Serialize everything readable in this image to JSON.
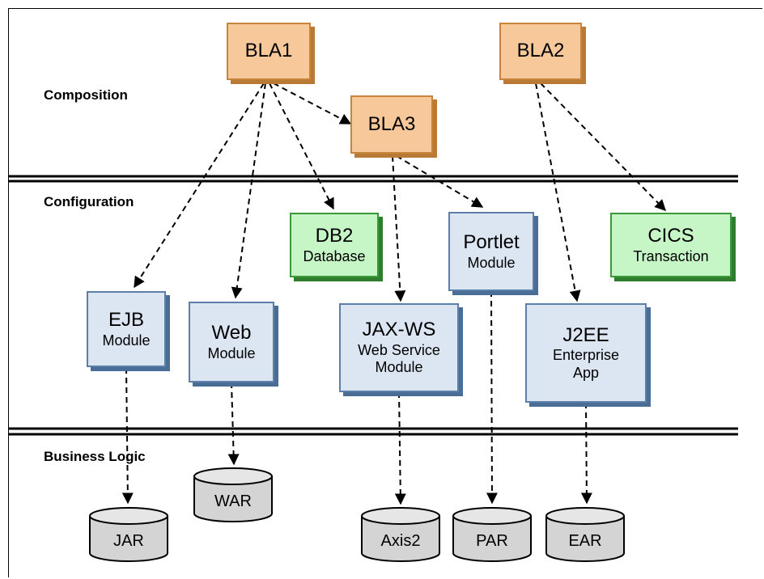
{
  "layers": {
    "composition": "Composition",
    "configuration": "Configuration",
    "business_logic": "Business Logic"
  },
  "bla": {
    "bla1": "BLA1",
    "bla2": "BLA2",
    "bla3": "BLA3"
  },
  "resources": {
    "db2": {
      "title": "DB2",
      "subtitle": "Database"
    },
    "cics": {
      "title": "CICS",
      "subtitle": "Transaction"
    }
  },
  "modules": {
    "ejb": {
      "title": "EJB",
      "subtitle": "Module"
    },
    "web": {
      "title": "Web",
      "subtitle": "Module"
    },
    "jaxws": {
      "title": "JAX-WS",
      "line2": "Web Service",
      "line3": "Module"
    },
    "portlet": {
      "title": "Portlet",
      "subtitle": "Module"
    },
    "j2ee": {
      "title": "J2EE",
      "line2": "Enterprise",
      "line3": "App"
    }
  },
  "artifacts": {
    "jar": "JAR",
    "war": "WAR",
    "axis2": "Axis2",
    "par": "PAR",
    "ear": "EAR"
  },
  "colors": {
    "bla_fill": "#f7c89a",
    "resource_fill": "#c6f5c6",
    "module_fill": "#dce6f2",
    "artifact_fill": "#d4d4d4"
  }
}
